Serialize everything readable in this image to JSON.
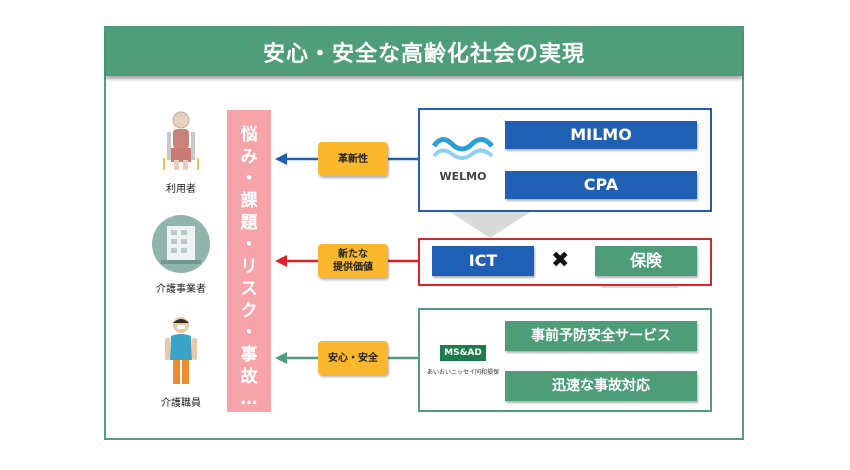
{
  "title": "安心・安全な高齢化社会の実現",
  "people": [
    {
      "label": "利用者",
      "icon": "wheelchair-user-icon"
    },
    {
      "label": "介護事業者",
      "icon": "building-icon"
    },
    {
      "label": "介護職員",
      "icon": "caregiver-icon"
    }
  ],
  "challenges_chars": [
    "悩",
    "み",
    "・",
    "課",
    "題",
    "・",
    "リ",
    "ス",
    "ク",
    "・",
    "事",
    "故",
    "…"
  ],
  "tags": {
    "innovation": "革新性",
    "new_value_line1": "新たな",
    "new_value_line2": "提供価値",
    "safety": "安心・安全"
  },
  "welmo": {
    "logo_text": "WELMO",
    "items": [
      "MILMO",
      "CPA"
    ]
  },
  "center": {
    "ict": "ICT",
    "times": "✖",
    "insurance": "保険"
  },
  "msad": {
    "logo_text": "MS&AD",
    "company": "あいおいニッセイ同和損保",
    "items": [
      "事前予防安全サービス",
      "迅速な事故対応"
    ]
  },
  "colors": {
    "green": "#4e9e7b",
    "blue": "#1f5fb4",
    "red": "#e0202a",
    "pink": "#f7a3aa",
    "yellow": "#fbb82c"
  }
}
